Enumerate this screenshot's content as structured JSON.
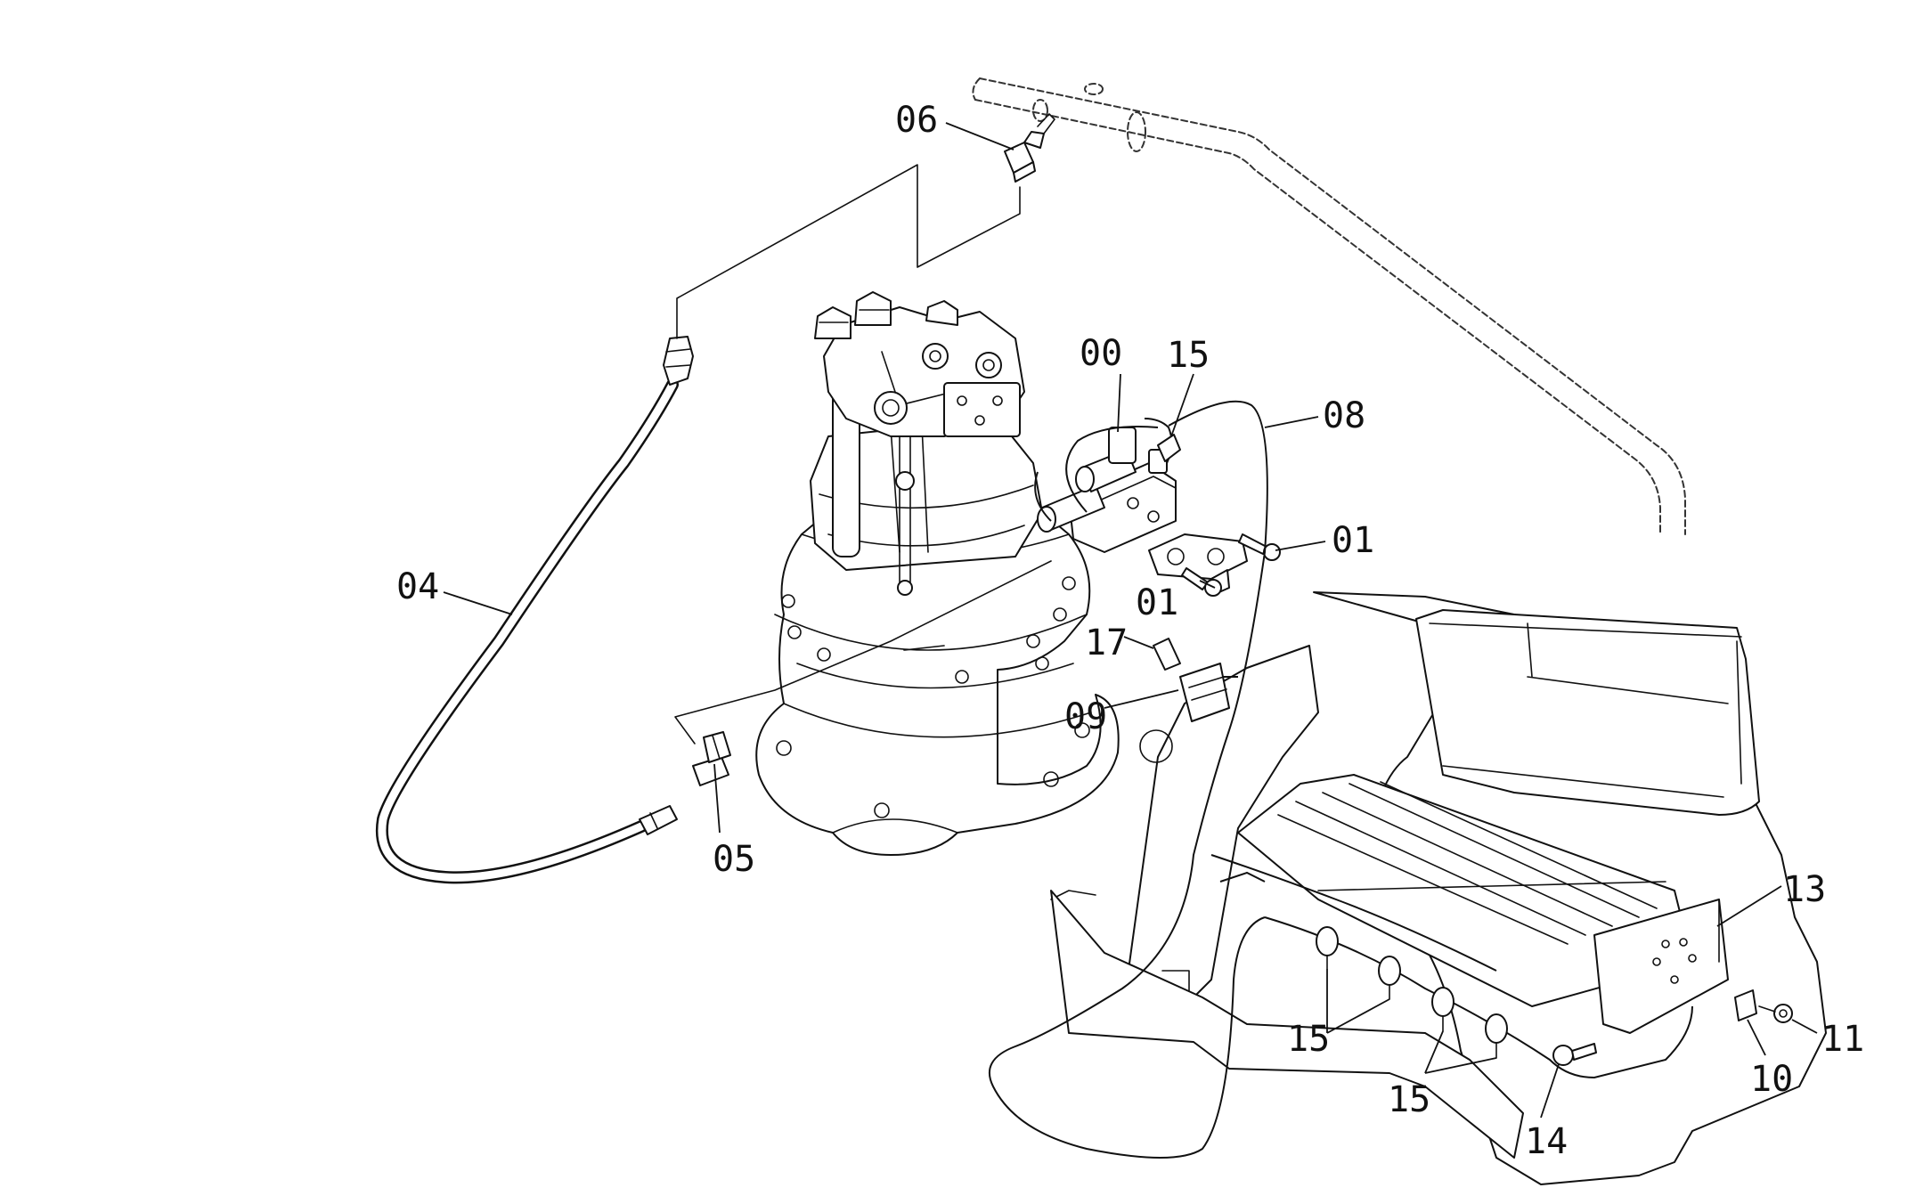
{
  "labels": {
    "p00": "00",
    "p01a": "01",
    "p01b": "01",
    "p04": "04",
    "p05": "05",
    "p06": "06",
    "p08": "08",
    "p09": "09",
    "p10": "10",
    "p11": "11",
    "p13": "13",
    "p14": "14",
    "p15a": "15",
    "p15b": "15",
    "p15c": "15",
    "p17": "17"
  }
}
